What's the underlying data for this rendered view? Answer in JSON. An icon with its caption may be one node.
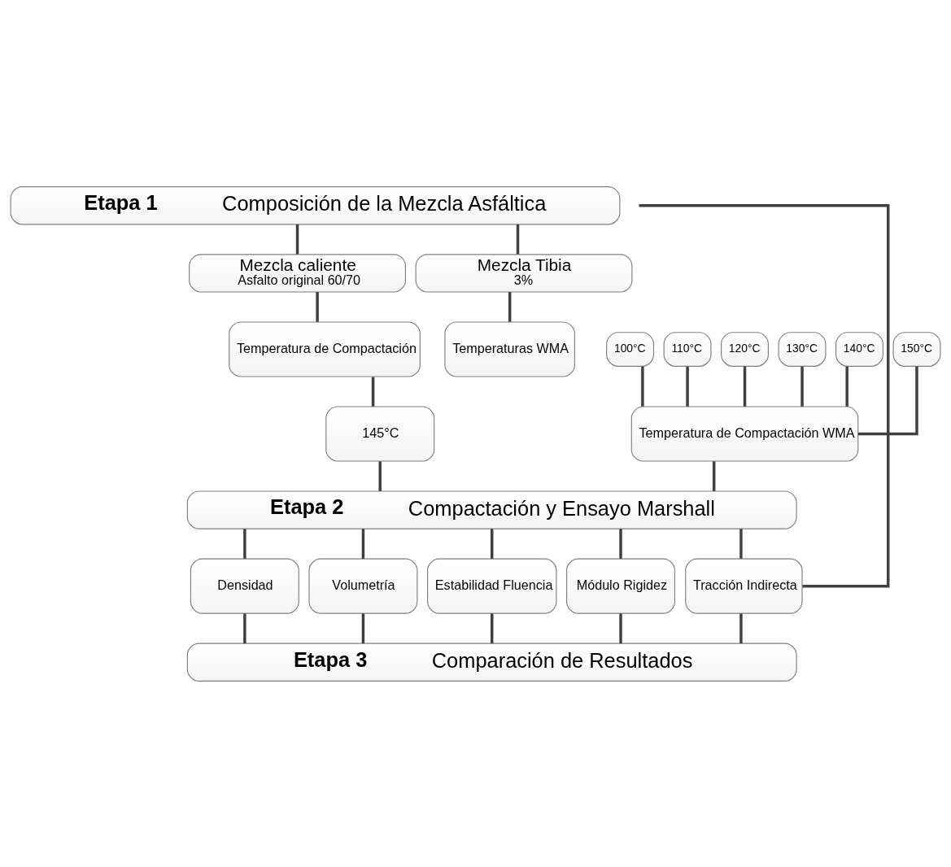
{
  "diagram": {
    "nodes": [
      {
        "text": [
          "Etapa 1",
          "Composición de la Mezcla Asfáltica"
        ]
      },
      {
        "text": [
          "Mezcla caliente",
          "Asfalto original 60/70"
        ]
      },
      {
        "text": [
          "Mezcla Tibia",
          "3%"
        ]
      },
      {
        "text": [
          "Temperatura de Compactación"
        ]
      },
      {
        "text": [
          "145°C"
        ]
      },
      {
        "text": [
          "Temperaturas WMA"
        ]
      },
      {
        "text": [
          "100°C"
        ]
      },
      {
        "text": [
          "110°C"
        ]
      },
      {
        "text": [
          "120°C"
        ]
      },
      {
        "text": [
          "130°C"
        ]
      },
      {
        "text": [
          "140°C"
        ]
      },
      {
        "text": [
          "150°C"
        ]
      },
      {
        "text": [
          "Temperatura de Compactación WMA"
        ]
      },
      {
        "text": [
          "Etapa 2",
          "Compactación y Ensayo Marshall"
        ]
      },
      {
        "text": [
          "Densidad"
        ]
      },
      {
        "text": [
          "Volumetría"
        ]
      },
      {
        "text": [
          "Estabilidad Fluencia"
        ]
      },
      {
        "text": [
          "Módulo Rigidez"
        ]
      },
      {
        "text": [
          "Tracción Indirecta"
        ]
      },
      {
        "text": [
          "Etapa 3",
          "Comparación de Resultados"
        ]
      }
    ],
    "edges": [
      {
        "from": 0,
        "to": 1,
        "arrow": "none"
      },
      {
        "from": 0,
        "to": 2,
        "arrow": "none"
      },
      {
        "from": 1,
        "to": 3,
        "arrow": "none"
      },
      {
        "from": 3,
        "to": 4,
        "arrow": "none"
      },
      {
        "from": 4,
        "to": 13,
        "arrow": "none"
      },
      {
        "from": 2,
        "to": 5,
        "arrow": "none"
      },
      {
        "from": 6,
        "to": 12,
        "arrow": "none"
      },
      {
        "from": 7,
        "to": 12,
        "arrow": "none"
      },
      {
        "from": 8,
        "to": 12,
        "arrow": "none"
      },
      {
        "from": 9,
        "to": 12,
        "arrow": "none"
      },
      {
        "from": 10,
        "to": 12,
        "arrow": "none"
      },
      {
        "from": 11,
        "to": 12,
        "arrow": "none"
      },
      {
        "from": 12,
        "to": 13,
        "arrow": "none"
      },
      {
        "from": 13,
        "to": 14,
        "arrow": "none"
      },
      {
        "from": 13,
        "to": 15,
        "arrow": "none"
      },
      {
        "from": 13,
        "to": 16,
        "arrow": "none"
      },
      {
        "from": 13,
        "to": 17,
        "arrow": "none"
      },
      {
        "from": 13,
        "to": 18,
        "arrow": "none"
      },
      {
        "from": 14,
        "to": 19,
        "arrow": "none"
      },
      {
        "from": 15,
        "to": 19,
        "arrow": "none"
      },
      {
        "from": 16,
        "to": 19,
        "arrow": "none"
      },
      {
        "from": 17,
        "to": 19,
        "arrow": "none"
      },
      {
        "from": 18,
        "to": 19,
        "arrow": "none"
      },
      {
        "from": 18,
        "to": null,
        "arrow": "none"
      }
    ]
  }
}
